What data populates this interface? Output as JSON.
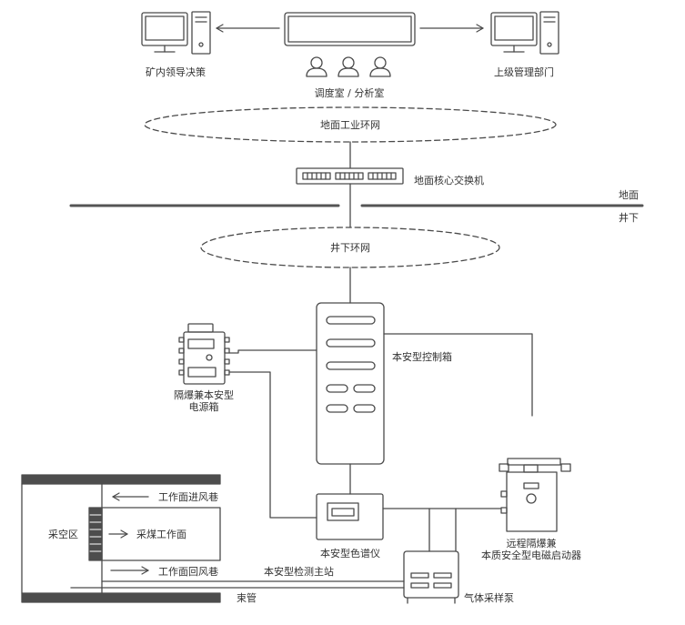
{
  "labels": {
    "leader_decision": "矿内领导决策",
    "dispatch_room": "调度室 / 分析室",
    "upper_dept": "上级管理部门",
    "surface_ring_net": "地面工业环网",
    "core_switch": "地面核心交换机",
    "surface": "地面",
    "underground": "井下",
    "underground_ring_net": "井下环网",
    "control_box": "本安型控制箱",
    "power_box_line1": "隔爆兼本安型",
    "power_box_line2": "电源箱",
    "goaf": "采空区",
    "intake_roadway": "工作面进风巷",
    "mining_face": "采煤工作面",
    "return_roadway": "工作面回风巷",
    "detection_station": "本安型检测主站",
    "chromatograph": "本安型色谱仪",
    "starter_line1": "远程隔爆兼",
    "starter_line2": "本质安全型电磁启动器",
    "bundle_tube": "束管",
    "sampling_pump": "气体采样泵"
  },
  "colors": {
    "stroke": "#4a4a4a",
    "text": "#333333",
    "wall": "#4d4d4d"
  }
}
